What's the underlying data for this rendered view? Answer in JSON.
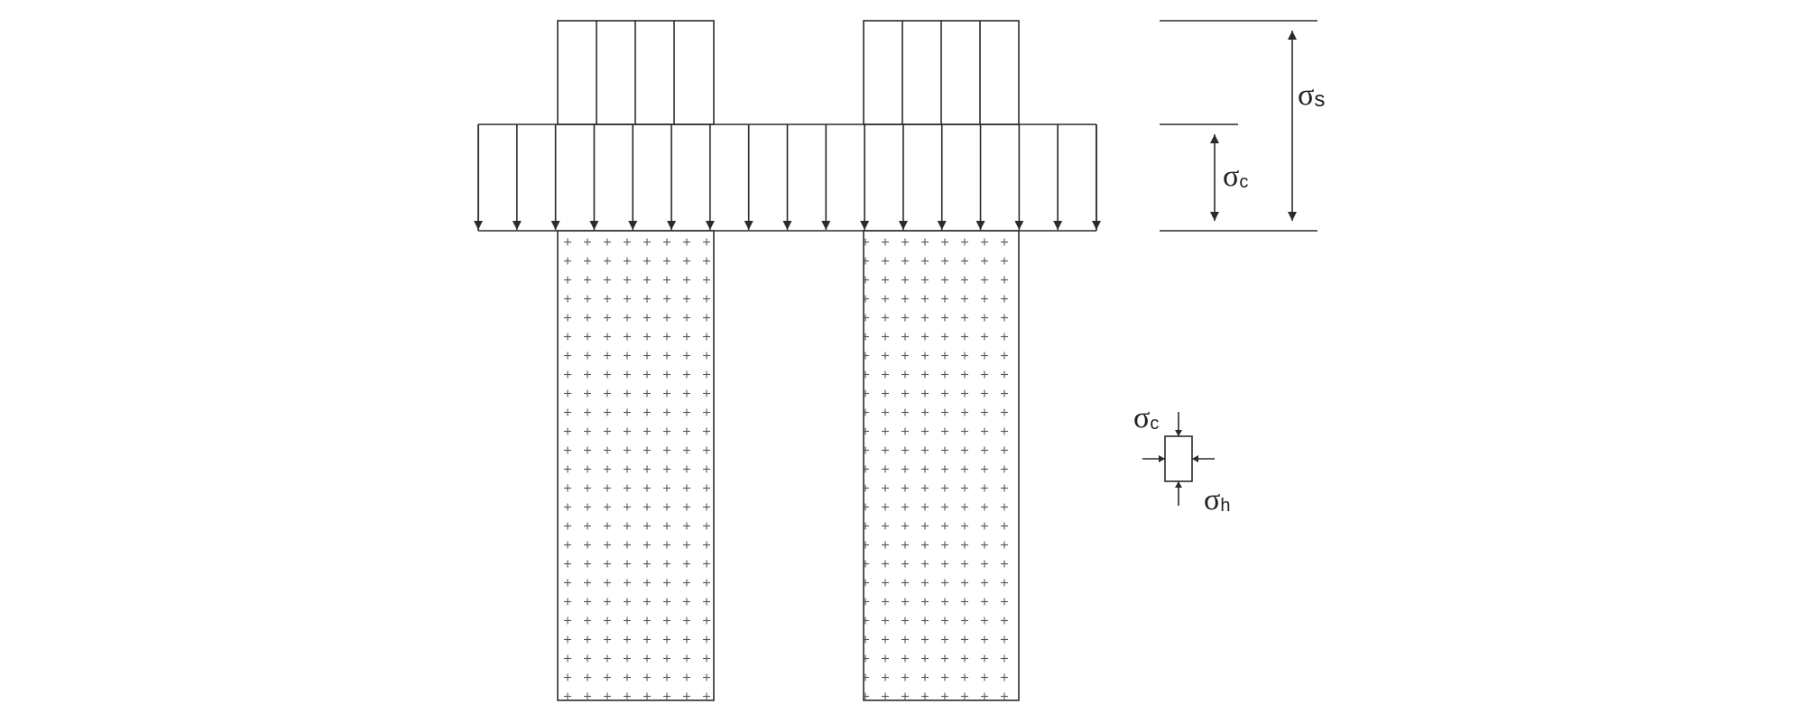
{
  "labels": {
    "sigma_s": {
      "symbol": "σ",
      "sub": "s"
    },
    "sigma_c": {
      "symbol": "σ",
      "sub": "c"
    },
    "element_sigma_c": {
      "symbol": "σ",
      "sub": "c"
    },
    "element_sigma_h": {
      "symbol": "σ",
      "sub": "h"
    }
  },
  "colors": {
    "line": "#2b2b2b",
    "hatch": "#555555",
    "background": "#ffffff"
  }
}
